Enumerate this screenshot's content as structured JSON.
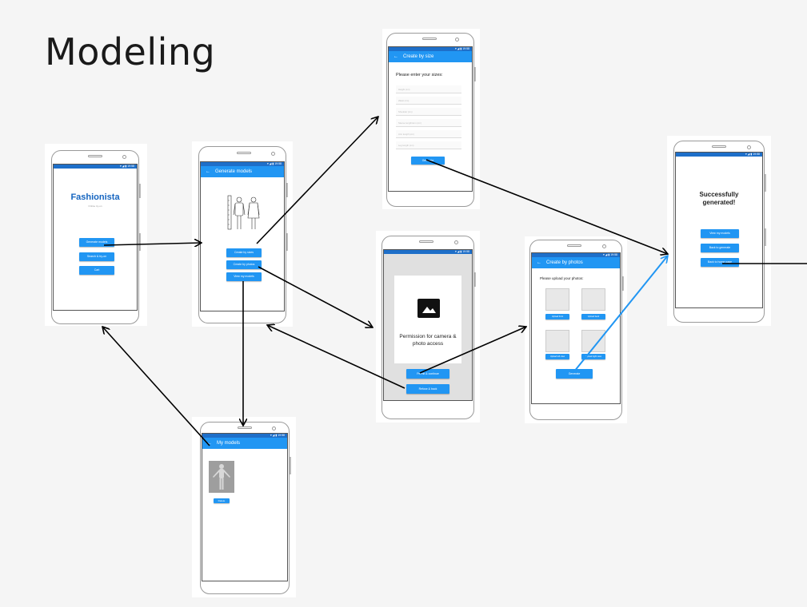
{
  "page": {
    "title": "Modeling"
  },
  "status_time": "19:58",
  "home": {
    "app_name": "Fashionista",
    "tagline": "Online try-on",
    "buttons": [
      "Generate models",
      "Search & try-on",
      "Cart"
    ]
  },
  "generate": {
    "title": "Generate models",
    "buttons": [
      "Create by sizes",
      "Create by photos",
      "View my models"
    ]
  },
  "size": {
    "title": "Create by size",
    "heading": "Please enter your sizes:",
    "fields": [
      "Height (cm)",
      "Waist (cm)",
      "Shoulder (cm)",
      "Sleeve length/arm (cm)",
      "Arm length (cm)",
      "Leg length (cm)"
    ],
    "button": "Generate"
  },
  "permission": {
    "message": "Permission for camera & photo access",
    "buttons": [
      "Permit & continue",
      "Refuse & back"
    ]
  },
  "photos": {
    "title": "Create by photos",
    "heading": "Please upload your photos:",
    "uploads": [
      "Upload front",
      "Upload back",
      "Upload left view",
      "Upload right view"
    ],
    "button": "Generate"
  },
  "success": {
    "message_line1": "Successfully",
    "message_line2": "generated!",
    "buttons": [
      "View my models",
      "Back to generate",
      "Back to home page"
    ]
  },
  "models": {
    "title": "My models",
    "button": "Delete"
  },
  "colors": {
    "appbar": "#2196f3",
    "status": "#1e6fc9",
    "heading": "#1565c0",
    "arrow_black": "#000000",
    "arrow_blue": "#2196f3"
  }
}
